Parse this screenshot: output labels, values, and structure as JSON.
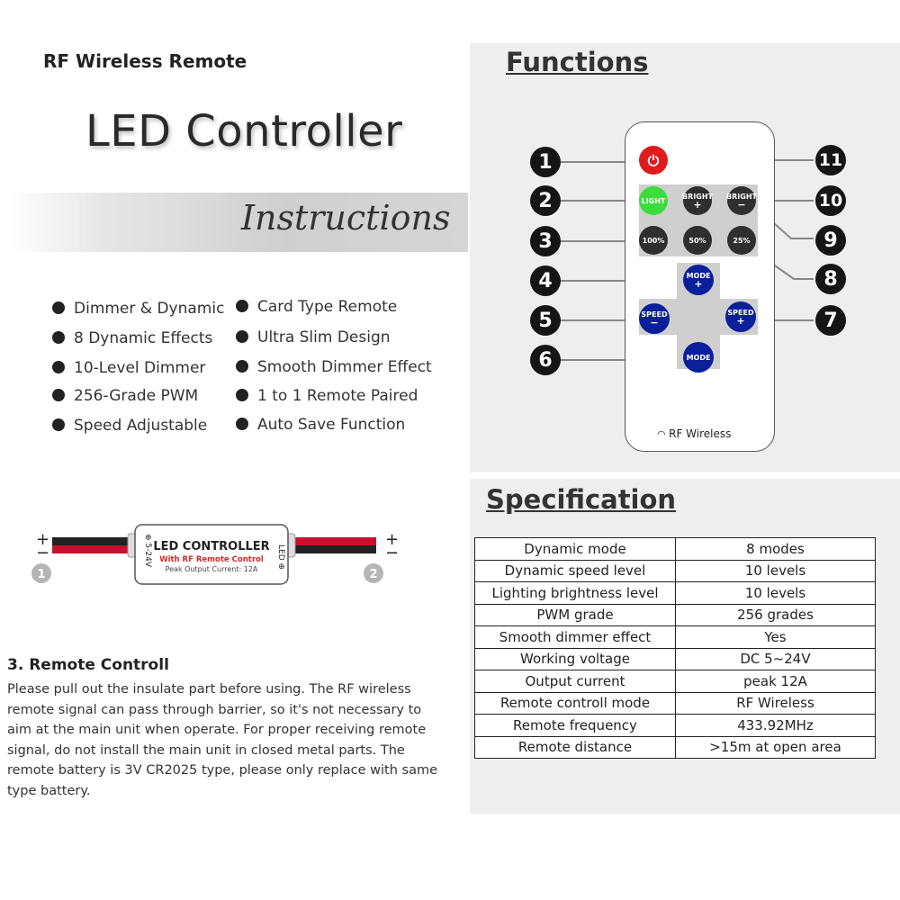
{
  "header": {
    "subtitle": "RF Wireless Remote",
    "title": "LED Controller",
    "instructions": "Instructions"
  },
  "features": {
    "left": [
      "Dimmer & Dynamic",
      "8 Dynamic Effects",
      "10-Level Dimmer",
      "256-Grade PWM",
      "Speed Adjustable"
    ],
    "right": [
      "Card Type Remote",
      "Ultra Slim Design",
      "Smooth Dimmer Effect",
      "1 to 1 Remote Paired",
      "Auto Save Function"
    ]
  },
  "controller": {
    "name": "LED CONTROLLER",
    "sub": "With RF Remote Control",
    "peak": "Peak Output Current: 12A",
    "left_side": "5-24V",
    "right_side": "LED",
    "sign": "+\n−",
    "label_1": "1",
    "label_2": "2"
  },
  "remote_section": {
    "heading": "3. Remote Controll",
    "body": "Please pull out the insulate part before using. The RF wireless remote signal can pass through barrier, so it's not necessary to aim at the main unit when operate. For proper receiving remote signal, do not install the main unit in closed metal parts. The remote battery is 3V CR2025 type, please only replace with same type battery."
  },
  "functions": {
    "title": "Functions",
    "numbers": [
      "1",
      "2",
      "3",
      "4",
      "5",
      "6",
      "7",
      "8",
      "9",
      "10",
      "11"
    ],
    "buttons": {
      "light": "LIGHT",
      "bright_plus_1": "BRIGHT",
      "bright_plus_2": "+",
      "bright_minus_1": "BRIGHT",
      "bright_minus_2": "−",
      "p100": "100%",
      "p50": "50%",
      "p25": "25%",
      "mode_plus_1": "MODE",
      "mode_plus_2": "+",
      "mode_minus": "MODE",
      "speed_minus_1": "SPEED",
      "speed_minus_2": "−",
      "speed_plus_1": "SPEED",
      "speed_plus_2": "+"
    },
    "rf_label": "RF Wireless",
    "colors": {
      "power": "#e11b1b",
      "light": "#3ddc3d",
      "blue": "#0a1f9a",
      "dark": "#2f2f2f"
    }
  },
  "specification": {
    "title": "Specification",
    "rows": [
      [
        "Dynamic mode",
        "8 modes"
      ],
      [
        "Dynamic speed level",
        "10 levels"
      ],
      [
        "Lighting brightness level",
        "10 levels"
      ],
      [
        "PWM grade",
        "256 grades"
      ],
      [
        "Smooth dimmer effect",
        "Yes"
      ],
      [
        "Working voltage",
        "DC 5~24V"
      ],
      [
        "Output current",
        "peak 12A"
      ],
      [
        "Remote controll mode",
        "RF Wireless"
      ],
      [
        "Remote frequency",
        "433.92MHz"
      ],
      [
        "Remote distance",
        ">15m at open area"
      ]
    ]
  }
}
